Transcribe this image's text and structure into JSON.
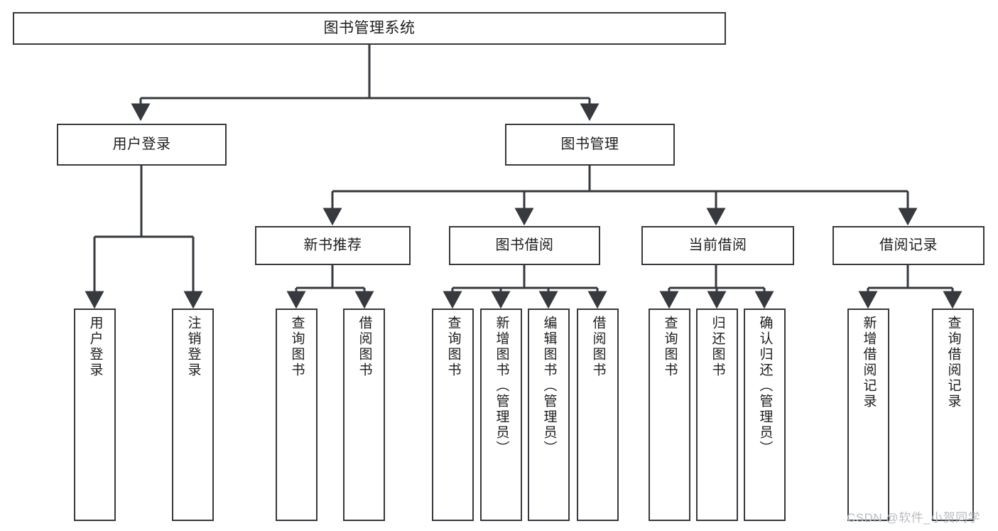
{
  "diagram": {
    "title": "图书管理系统",
    "type": "tree-hierarchy",
    "colors": {
      "box_border": "#36393d",
      "box_fill": "#ffffff",
      "edge": "#36393d",
      "text": "#1d1d1d",
      "watermark": "#b9bcc0",
      "background": "#ffffff"
    }
  },
  "root": {
    "label": "图书管理系统"
  },
  "level2": [
    {
      "label": "用户登录"
    },
    {
      "label": "图书管理"
    }
  ],
  "level3": [
    {
      "label": "新书推荐"
    },
    {
      "label": "图书借阅"
    },
    {
      "label": "当前借阅"
    },
    {
      "label": "借阅记录"
    }
  ],
  "leaves": {
    "user_login": [
      {
        "label": "用户登录"
      },
      {
        "label": "注销登录"
      }
    ],
    "new_book_recommend": [
      {
        "label": "查询图书"
      },
      {
        "label": "借阅图书"
      }
    ],
    "book_borrow": [
      {
        "label": "查询图书"
      },
      {
        "label": "新增图书（管理员）"
      },
      {
        "label": "编辑图书（管理员）"
      },
      {
        "label": "借阅图书"
      }
    ],
    "current_borrow": [
      {
        "label": "查询图书"
      },
      {
        "label": "归还图书"
      },
      {
        "label": "确认归还（管理员）"
      }
    ],
    "borrow_record": [
      {
        "label": "新增借阅记录"
      },
      {
        "label": "查询借阅记录"
      }
    ]
  },
  "watermark": {
    "text": "CSDN @软件_小贺同学"
  }
}
